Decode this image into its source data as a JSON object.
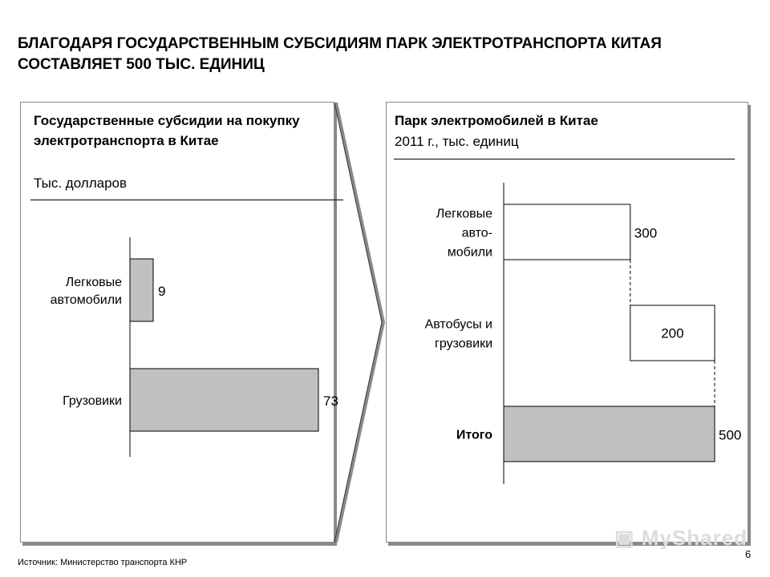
{
  "title": "БЛАГОДАРЯ ГОСУДАРСТВЕННЫМ СУБСИДИЯМ ПАРК ЭЛЕКТРОТРАНСПОРТА КИТАЯ СОСТАВЛЯЕТ 500 ТЫС. ЕДИНИЦ",
  "left_panel": {
    "title": "Государственные субсидии на покупку электротранспорта в Китае",
    "unit": "Тыс. долларов"
  },
  "right_panel": {
    "title": "Парк электромобилей в Китае",
    "unit": "2011 г., тыс. единиц"
  },
  "source": "Источник: Министерство транспорта КНР",
  "page_number": "6",
  "watermark": "MyShared",
  "colors": {
    "bar_fill": "#c0c0c0",
    "panel_border": "#8a8a8a"
  },
  "chart_data": [
    {
      "type": "bar",
      "orientation": "horizontal",
      "title": "Государственные субсидии на покупку электротранспорта в Китае",
      "subtitle": "Тыс. долларов",
      "categories": [
        "Легковые автомобили",
        "Грузовики"
      ],
      "values": [
        9,
        73
      ],
      "data_labels": [
        "9",
        "73"
      ],
      "xlim": [
        0,
        73
      ],
      "grid": false
    },
    {
      "type": "bar",
      "orientation": "horizontal",
      "subtype": "waterfall",
      "title": "Парк электромобилей в Китае",
      "subtitle": "2011 г., тыс. единиц",
      "categories": [
        "Легковые авто-мобили",
        "Автобусы и грузовики",
        "Итого"
      ],
      "category_lines": [
        [
          "Легковые",
          "авто-",
          "мобили"
        ],
        [
          "Автобусы и",
          "грузовики"
        ],
        [
          "Итого"
        ]
      ],
      "values": [
        300,
        200,
        500
      ],
      "starts": [
        0,
        300,
        0
      ],
      "data_labels": [
        "300",
        "200",
        "500"
      ],
      "total_index": 2,
      "xlim": [
        0,
        500
      ],
      "grid": false
    }
  ]
}
